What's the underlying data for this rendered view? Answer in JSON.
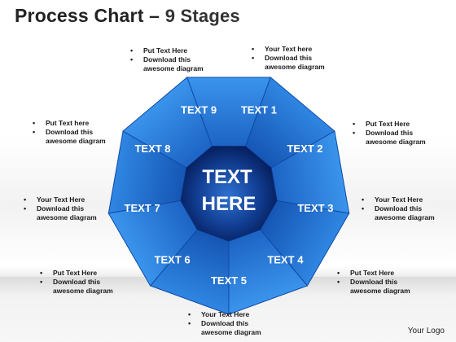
{
  "title": {
    "main": "Process Chart",
    "separator": "–",
    "sub": "9 Stages"
  },
  "center_text": [
    "TEXT",
    "HERE"
  ],
  "segments": [
    "TEXT 1",
    "TEXT 2",
    "TEXT 3",
    "TEXT 4",
    "TEXT 5",
    "TEXT 6",
    "TEXT 7",
    "TEXT 8",
    "TEXT 9"
  ],
  "notes": {
    "top_left": {
      "line1": "Put Text Here",
      "line2": "Download this",
      "line3": "awesome diagram"
    },
    "top_right": {
      "line1": "Your Text  here",
      "line2": "Download this",
      "line3": "awesome diagram"
    },
    "upper_left": {
      "line1": "Put Text  here",
      "line2": "Download this",
      "line3": "awesome diagram"
    },
    "upper_right": {
      "line1": "Put Text  Here",
      "line2": "Download this",
      "line3": "awesome diagram"
    },
    "mid_left": {
      "line1": "Your Text Here",
      "line2": "Download this",
      "line3": "awesome diagram"
    },
    "mid_right": {
      "line1": "Your Text Here",
      "line2": "Download this",
      "line3": "awesome diagram"
    },
    "lower_left": {
      "line1": "Put Text Here",
      "line2": "Download this",
      "line3": "awesome diagram"
    },
    "lower_right": {
      "line1": "Put Text Here",
      "line2": "Download this",
      "line3": "awesome diagram"
    },
    "bottom": {
      "line1": "Your Text Here",
      "line2": "Download this",
      "line3": "awesome diagram"
    }
  },
  "logo": "Your Logo",
  "colors": {
    "segment_light": "#3f8fe0",
    "segment_dark": "#1657b0",
    "center_light": "#2c6fd0",
    "center_dark": "#06246b"
  }
}
